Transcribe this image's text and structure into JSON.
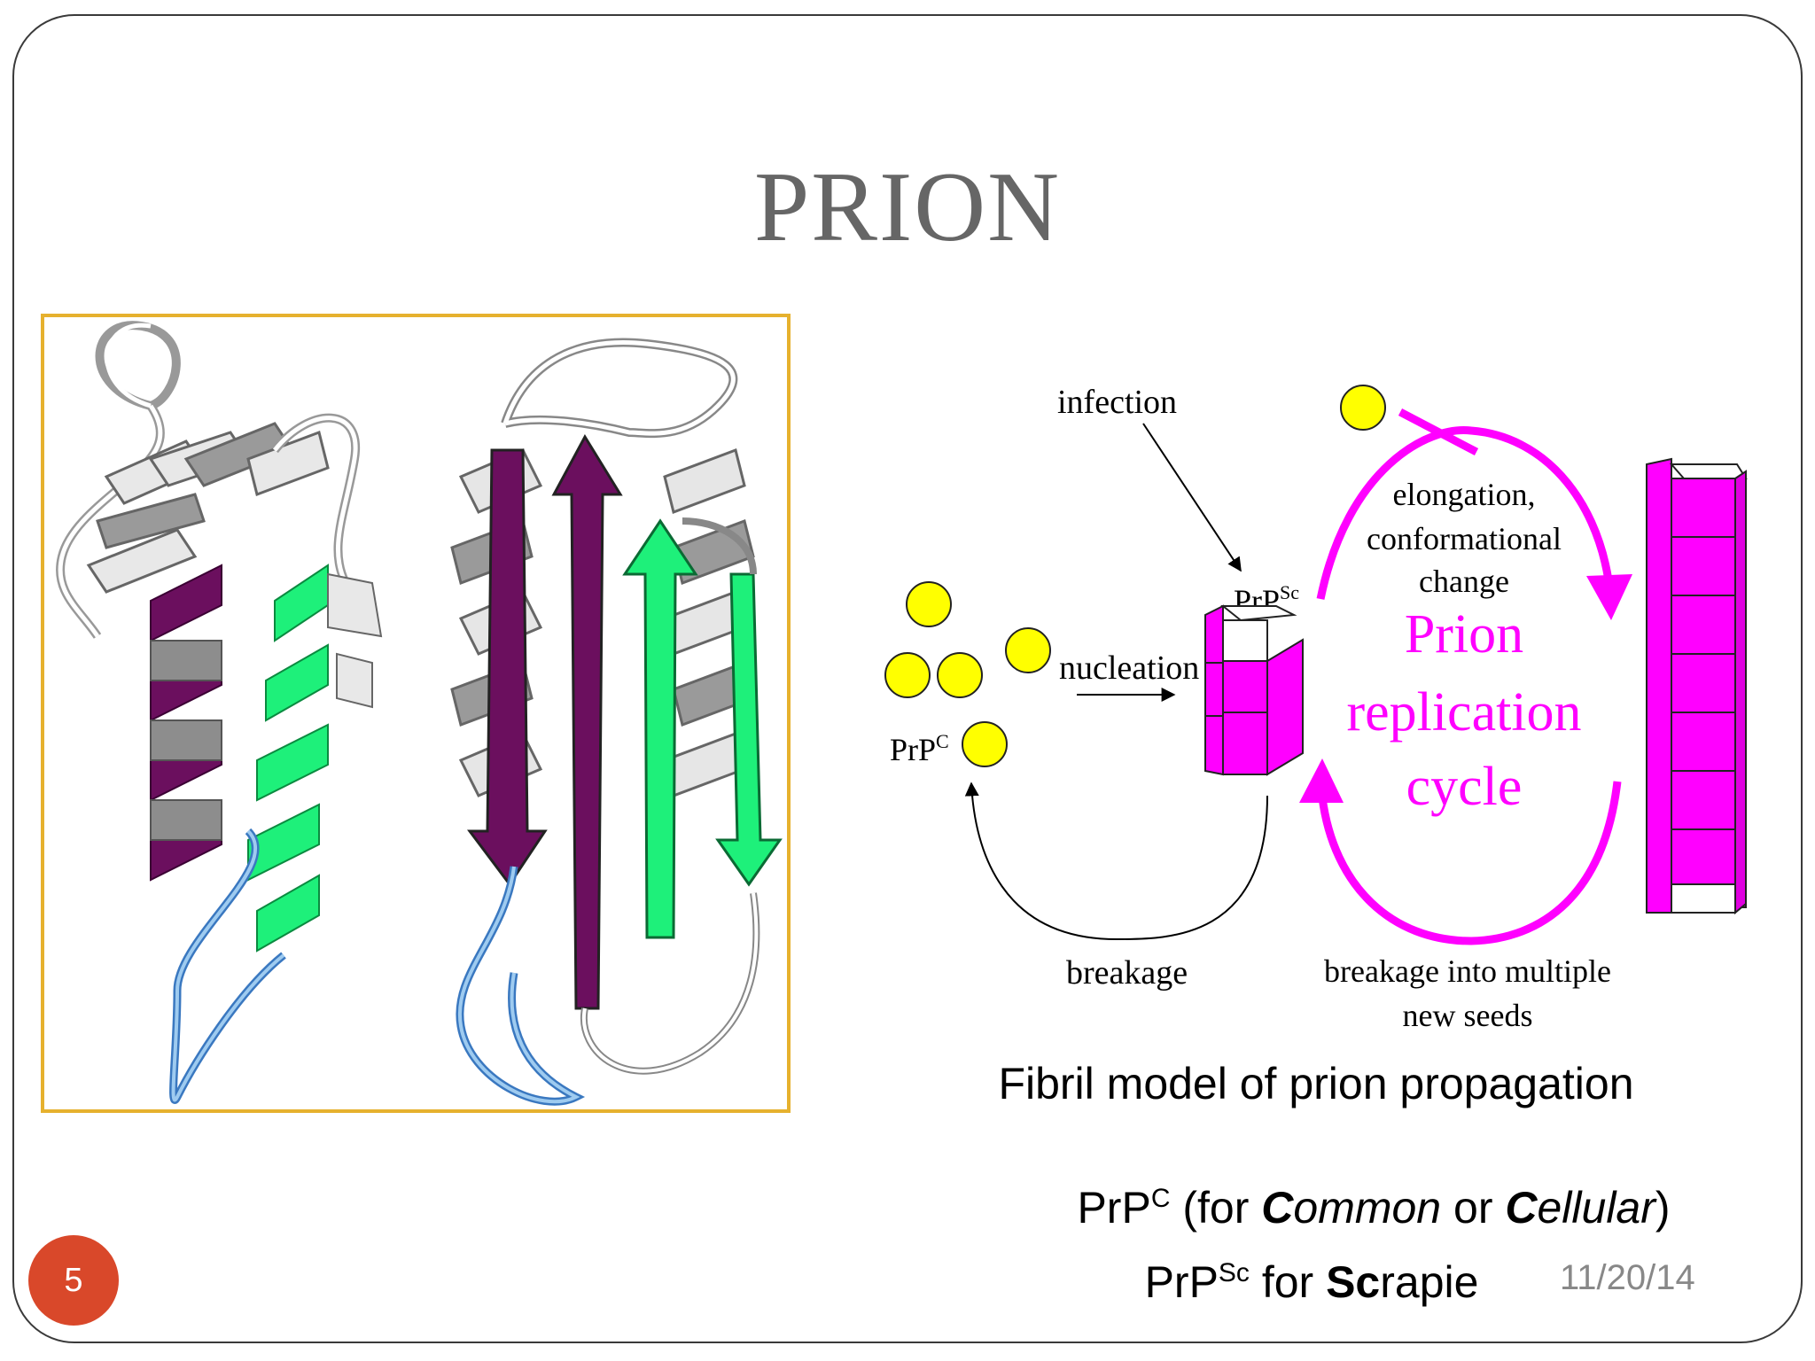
{
  "slide": {
    "title": "PRION",
    "page_number": "5",
    "date": "11/20/14",
    "colors": {
      "frame": "#e6b12e",
      "magenta": "#ff00ff",
      "yellow": "#ffff00",
      "badge": "#d9482a"
    }
  },
  "diagram": {
    "infection": "infection",
    "nucleation": "nucleation",
    "prpc_label": "PrP",
    "prpc_sup": "C",
    "prpsc_label": "PrP",
    "prpsc_sup": "Sc",
    "elongation_1": "elongation,",
    "elongation_2": "conformational",
    "elongation_3": "change",
    "cycle_1": "Prion",
    "cycle_2": "replication",
    "cycle_3": "cycle",
    "breakage": "breakage",
    "breakage_multi_1": "breakage into multiple",
    "breakage_multi_2": "new seeds",
    "caption": "Fibril model of prion propagation"
  },
  "legend": {
    "line1_prefix": "PrP",
    "line1_sup": "C",
    "line1_open": " (for ",
    "line1_c1": "C",
    "line1_w1": "ommon",
    "line1_or": " or ",
    "line1_c2": "C",
    "line1_w2": "ellular",
    "line1_close": ")",
    "line2_prefix": "PrP",
    "line2_sup": "Sc",
    "line2_for": " for ",
    "line2_bold": "Sc",
    "line2_rest": "rapie"
  }
}
